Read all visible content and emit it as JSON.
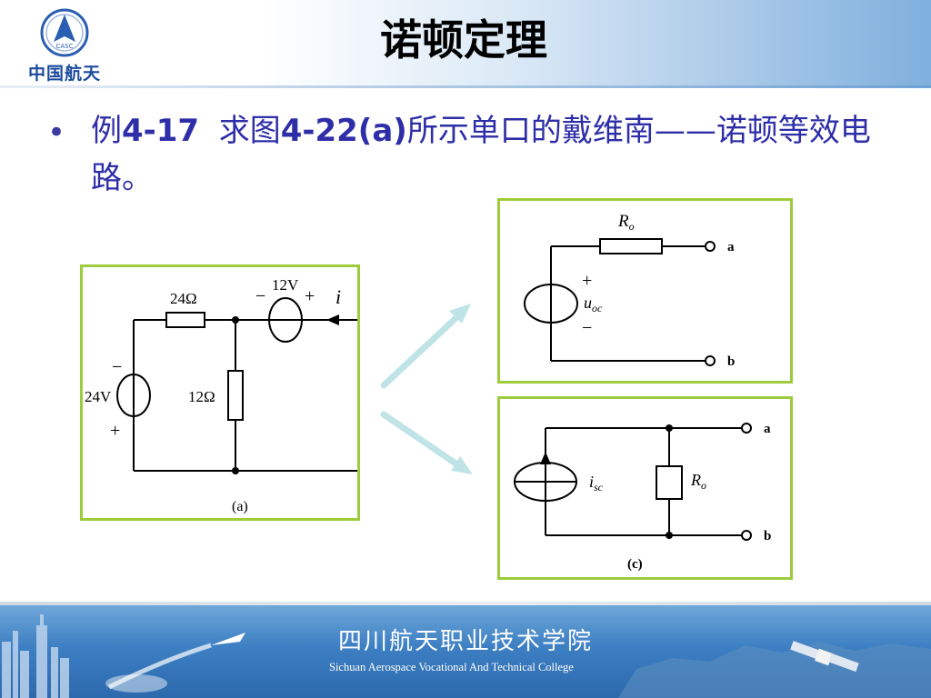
{
  "header": {
    "logo_text": "中国航天",
    "logo_badge": "CASC",
    "title": "诺顿定理"
  },
  "bullet": {
    "dot": "•",
    "prefix": "例",
    "number": "4-17",
    "mid": "  求图",
    "fig_ref": "4-22(a)",
    "rest": "所示单口的戴维南——诺顿等效电路。"
  },
  "figure_a": {
    "r1_label": "24Ω",
    "r2_label": "12Ω",
    "vs_top_label": "12V",
    "vs_top_minus": "−",
    "vs_top_plus": "+",
    "current_label": "i",
    "vs_left_label": "24V",
    "vs_left_minus": "−",
    "vs_left_plus": "+",
    "caption": "(a)"
  },
  "figure_b": {
    "r_label": "R",
    "r_sub": "o",
    "v_label": "u",
    "v_sub": "oc",
    "plus": "+",
    "minus": "−",
    "terminal_a": "a",
    "terminal_b": "b"
  },
  "figure_c": {
    "i_label": "i",
    "i_sub": "sc",
    "r_label": "R",
    "r_sub": "o",
    "terminal_a": "a",
    "terminal_b": "b",
    "caption": "(c)"
  },
  "footer": {
    "school_cn": "四川航天职业技术学院",
    "school_en": "Sichuan Aerospace Vocational And Technical College"
  },
  "colors": {
    "bullet_text": "#2e2ea8",
    "frame_green": "#9ccc3c",
    "arrow": "#bfe3e6",
    "footer_blue": "#3d7fc3"
  }
}
